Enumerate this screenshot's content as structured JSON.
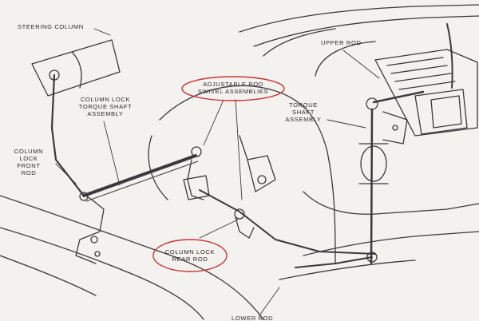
{
  "diagram": {
    "labels": {
      "steering_column": "STEERING COLUMN",
      "upper_rod": "UPPER ROD",
      "adjustable_rod": "ADJUSTABLE ROD\nSWIVEL ASSEMBLIES",
      "torque_shaft_assembly": "TORQUE\nSHAFT\nASSEMBLY",
      "column_lock_torque_shaft": "COLUMN LOCK\nTORQUE SHAFT\nASSEMBLY",
      "column_lock_front_rod": "COLUMN\nLOCK\nFRONT\nROD",
      "column_lock_rear_rod": "COLUMN LOCK\nREAR ROD",
      "lower_rod": "LOWER ROD"
    },
    "highlight_color": "#c8343a",
    "line_color": "#3a3a3a",
    "paper_color": "#f4f2ee"
  }
}
